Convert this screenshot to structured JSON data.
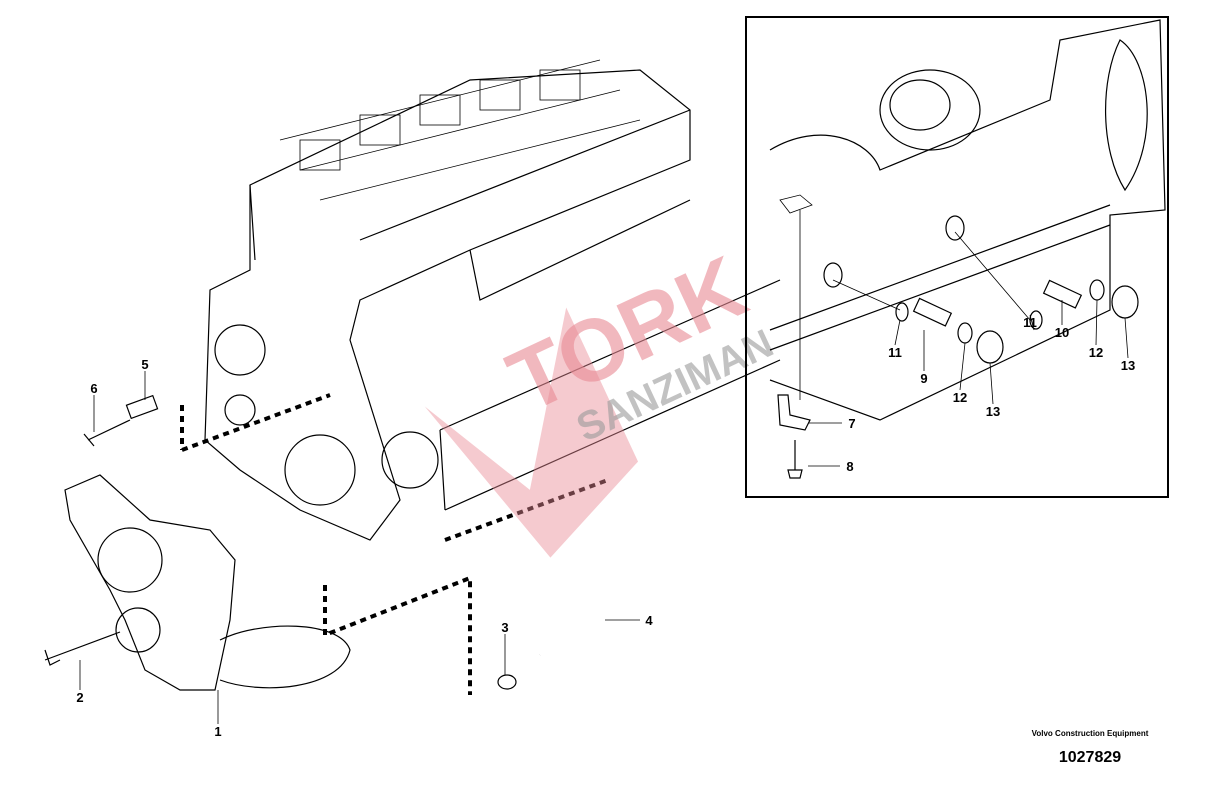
{
  "diagram": {
    "callouts": {
      "c1": "1",
      "c2": "2",
      "c3": "3",
      "c4": "4",
      "c5": "5",
      "c6": "6",
      "c7": "7",
      "c8": "8",
      "c9": "9",
      "c10": "10",
      "c11a": "11",
      "c11b": "11",
      "c12a": "12",
      "c12b": "12",
      "c13a": "13",
      "c13b": "13"
    },
    "watermark": {
      "line1": "TORK",
      "line2": "SANZIMAN"
    },
    "credit": "Volvo Construction Equipment",
    "document_number": "1027829"
  }
}
